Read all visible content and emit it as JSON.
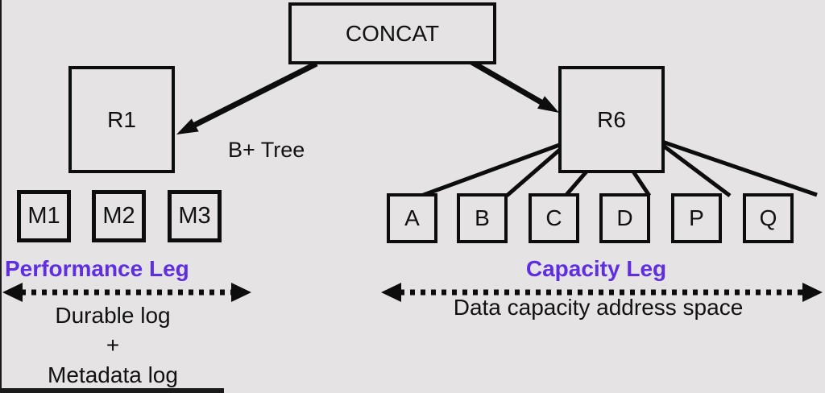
{
  "diagram": {
    "root": {
      "label": "CONCAT"
    },
    "performance": {
      "node": "R1",
      "edge_label": "B+ Tree",
      "children": [
        "M1",
        "M2",
        "M3"
      ],
      "leg_title": "Performance Leg",
      "caption_lines": [
        "Durable log",
        "+",
        "Metadata log"
      ]
    },
    "capacity": {
      "node": "R6",
      "children": [
        "A",
        "B",
        "C",
        "D",
        "P",
        "Q"
      ],
      "leg_title": "Capacity Leg",
      "caption": "Data capacity address space"
    },
    "colors": {
      "accent_purple": "#5e2ee0",
      "line_black": "#0d0d0d",
      "background_gray": "#e5e3e3"
    }
  }
}
